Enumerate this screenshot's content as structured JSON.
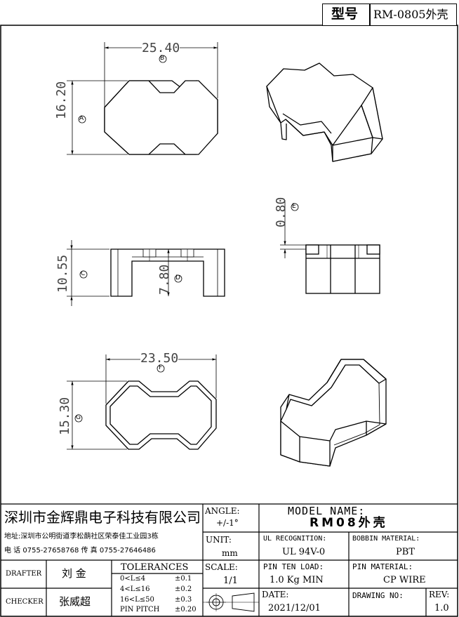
{
  "header": {
    "model_label": "型号",
    "model_value": "RM-0805外壳"
  },
  "dimensions": {
    "top_width": "25.40",
    "top_width_tag": "B",
    "top_height": "16.20",
    "top_height_tag": "A",
    "gap": "0.80",
    "gap_tag": "E",
    "front_height": "10.55",
    "front_height_tag": "C",
    "inner_height": "7.80",
    "inner_height_tag": "D",
    "bottom_width": "23.50",
    "bottom_width_tag": "F",
    "bottom_height": "15.30",
    "bottom_height_tag": "G"
  },
  "title_block": {
    "company": "深圳市金辉鼎电子科技有限公司",
    "address": "地址:深圳市公明街道李松蓢社区荣泰佳工业园3栋",
    "phone": "电 话 0755-27658768   传 真 0755-27646486",
    "angle_label": "ANGLE:",
    "angle_value": "+/-1°",
    "model_name_label": "MODEL NAME:",
    "model_name_value": "RM08外壳",
    "unit_label": "UNIT:",
    "unit_value": "mm",
    "ul_label": "UL RECOGNITION:",
    "ul_value": "UL 94V-0",
    "bobbin_label": "BOBBIN MATERIAL:",
    "bobbin_value": "PBT",
    "drafter_label": "DRAFTER",
    "drafter_value": "刘 金",
    "checker_label": "CHECKER",
    "checker_value": "张威超",
    "tolerances_label": "TOLERANCES",
    "tolerances": [
      {
        "range": "0<L≤4",
        "value": "±0.1"
      },
      {
        "range": "4<L≤16",
        "value": "±0.2"
      },
      {
        "range": "16<L≤50",
        "value": "±0.3"
      },
      {
        "range": "PIN PITCH",
        "value": "±0.20"
      }
    ],
    "scale_label": "SCALE:",
    "scale_value": "1/1",
    "pin_load_label": "PIN TEN LOAD:",
    "pin_load_value": "1.0 Kg MIN",
    "pin_material_label": "PIN MATERIAL:",
    "pin_material_value": "CP WIRE",
    "date_label": "DATE:",
    "date_value": "2021/12/01",
    "drawing_no_label": "DRAWING NO:",
    "drawing_no_value": "",
    "rev_label": "REV:",
    "rev_value": "1.0"
  }
}
